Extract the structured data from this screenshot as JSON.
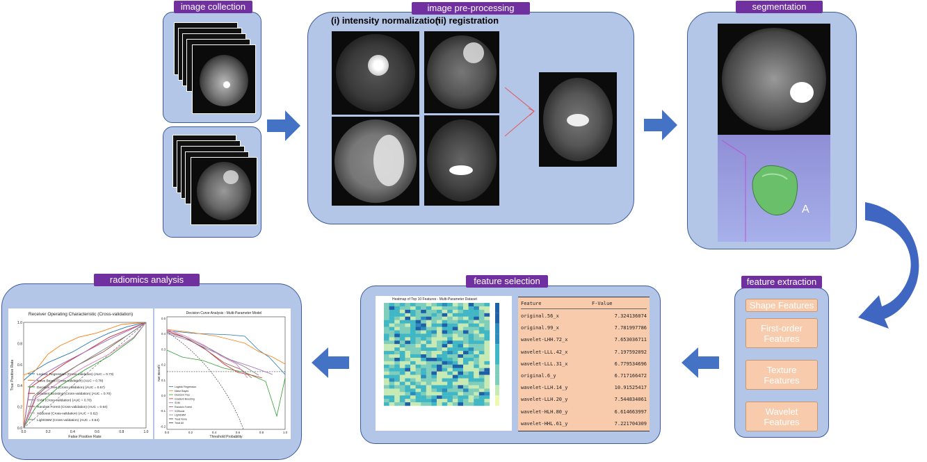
{
  "stages": {
    "image_collection": "image collection",
    "pre_processing": "image pre-processing",
    "segmentation": "segmentation",
    "feature_extraction": "feature extraction",
    "feature_selection": "feature selection",
    "radiomics_analysis": "radiomics analysis"
  },
  "preprocessing": {
    "step1": "(i)  intensity normalization",
    "step2": "(ii)  registration"
  },
  "segmentation": {
    "view_label": "A"
  },
  "feature_extraction": {
    "items": [
      "Shape Features",
      "First-order Features",
      "Texture Features",
      "Wavelet Features"
    ]
  },
  "feature_selection": {
    "heatmap_title": "Heatmap of Top 10 Features - Multi-Parameter Dataset",
    "table_headers": [
      "Feature",
      "F-Value"
    ],
    "table_rows": [
      {
        "feature": "original.56_x",
        "f": "7.324136074"
      },
      {
        "feature": "original.99_x",
        "f": "7.781997786"
      },
      {
        "feature": "wavelet-LHH.72_x",
        "f": "7.653036711"
      },
      {
        "feature": "wavelet-LLL.42_x",
        "f": "7.197592092"
      },
      {
        "feature": "wavelet-LLL.31_x",
        "f": "6.779534696"
      },
      {
        "feature": "original.6_y",
        "f": "6.717166472"
      },
      {
        "feature": "wavelet-LLH.14_y",
        "f": "10.91525417"
      },
      {
        "feature": "wavelet-LLH.20_y",
        "f": "7.544834061"
      },
      {
        "feature": "wavelet-HLH.80_y",
        "f": "6.614663997"
      },
      {
        "feature": "wavelet-HHL.61_y",
        "f": "7.221704309"
      }
    ]
  },
  "roc": {
    "title": "Receiver Operating Characteristic (Cross-validation)",
    "xlabel": "False Positive Rate",
    "ylabel": "True Positive Rate",
    "xticks": [
      "0.0",
      "0.2",
      "0.4",
      "0.6",
      "0.8",
      "1.0"
    ],
    "yticks": [
      "0.0",
      "0.2",
      "0.4",
      "0.6",
      "0.8",
      "1.0"
    ],
    "legend": [
      {
        "label": "Logistic Regression (Cross-validation) (AUC = 0.73)",
        "color": "#1f77b4"
      },
      {
        "label": "Naive Bayes (Cross-validation) (AUC = 0.78)",
        "color": "#ff7f0e"
      },
      {
        "label": "Decision Tree (Cross-validation) (AUC = 0.57)",
        "color": "#2ca02c"
      },
      {
        "label": "Gradient Boosting (Cross-validation) (AUC = 0.70)",
        "color": "#d62728"
      },
      {
        "label": "SVM (Cross-validation) (AUC = 0.70)",
        "color": "#9467bd"
      },
      {
        "label": "Random Forest (Cross-validation) (AUC = 0.64)",
        "color": "#8c564b"
      },
      {
        "label": "XGBoost (Cross-validation) (AUC = 0.62)",
        "color": "#e377c2"
      },
      {
        "label": "LightGBM (Cross-validation) (AUC = 0.64)",
        "color": "#7f7f7f"
      }
    ]
  },
  "dca": {
    "title": "Decision Curve Analysis - Multi-Parameter Model",
    "xlabel": "Threshold Probability",
    "ylabel": "Net Benefit",
    "xticks": [
      "0.0",
      "0.2",
      "0.4",
      "0.6",
      "0.8",
      "1.0"
    ],
    "yticks": [
      "0.5",
      "0.4",
      "0.3",
      "0.2",
      "0.1",
      "0.0",
      "-0.1",
      "-0.2"
    ],
    "legend": [
      "Logistic Regression",
      "Naive Bayes",
      "Decision Tree",
      "Gradient Boosting",
      "SVM",
      "Random Forest",
      "XGBoost",
      "LightGBM",
      "Treat None",
      "Treat All"
    ]
  }
}
